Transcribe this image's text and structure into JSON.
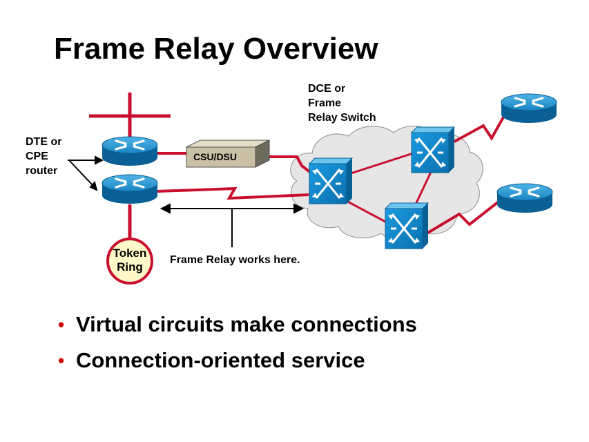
{
  "title": "Frame Relay Overview",
  "labels": {
    "dce": [
      "DCE or",
      "Frame",
      "Relay Switch"
    ],
    "dte": [
      "DTE or",
      "CPE",
      "router"
    ],
    "csu_dsu": "CSU/DSU",
    "token_ring": [
      "Token",
      "Ring"
    ],
    "frame_relay_note": "Frame Relay works here."
  },
  "bullets": [
    "Virtual circuits make connections",
    "Connection-oriented service"
  ],
  "colors": {
    "link_red": "#c8102e",
    "router_blue": "#0a7fbf",
    "switch_blue": "#0a8ad0",
    "cloud_fill": "#e6e6e6",
    "token_ring_fill": "#fff8c8",
    "bullet_red": "#cc0000"
  }
}
